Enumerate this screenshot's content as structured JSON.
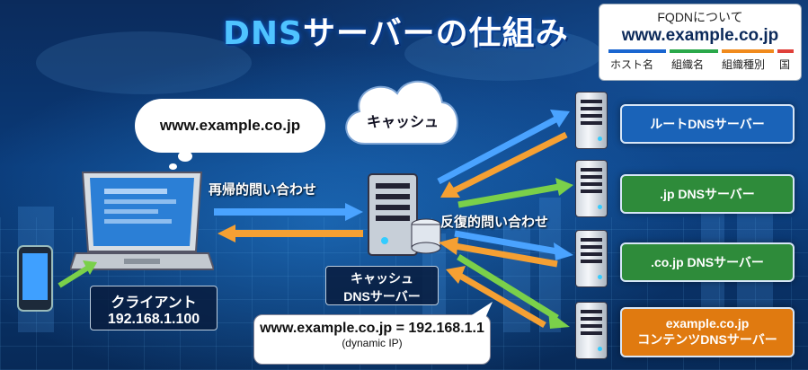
{
  "title": {
    "accent": "DNS",
    "rest": "サーバーの仕組み"
  },
  "fqdn_panel": {
    "heading": "FQDNについて",
    "fqdn": "www.example.co.jp",
    "parts": [
      {
        "label": "ホスト名",
        "color": "#1a66d0"
      },
      {
        "label": "組織名",
        "color": "#2aa84a"
      },
      {
        "label": "組織種別",
        "color": "#f08a1c"
      },
      {
        "label": "国",
        "color": "#e0403a"
      }
    ]
  },
  "client": {
    "query_bubble": "www.example.co.jp",
    "label_line1": "クライアント",
    "label_line2": "192.168.1.100"
  },
  "cache": {
    "cloud_label": "キャッシュ",
    "server_line1": "キャッシュ",
    "server_line2": "DNSサーバー"
  },
  "arrows": {
    "recursive": "再帰的問い合わせ",
    "iterative": "反復的問い合わせ"
  },
  "answer": {
    "line1": "www.example.co.jp = 192.168.1.1",
    "line2": "(dynamic IP)"
  },
  "dns_servers": [
    {
      "label": "ルートDNSサーバー",
      "color": "#1a63b8"
    },
    {
      "label": ".jp DNSサーバー",
      "color": "#2e8b3a"
    },
    {
      "label": ".co.jp DNSサーバー",
      "color": "#2e8b3a"
    },
    {
      "label_line1": "example.co.jp",
      "label_line2": "コンテンツDNSサーバー",
      "color": "#e07a10"
    }
  ]
}
